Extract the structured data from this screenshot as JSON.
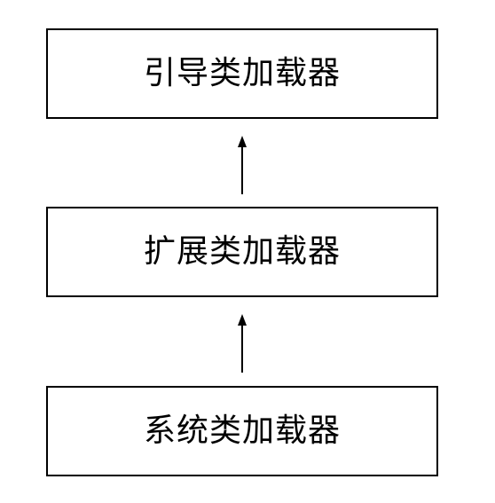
{
  "diagram": {
    "nodes": [
      {
        "id": "bootstrap",
        "label": "引导类加载器"
      },
      {
        "id": "extension",
        "label": "扩展类加载器"
      },
      {
        "id": "system",
        "label": "系统类加载器"
      }
    ],
    "edges": [
      {
        "from": "extension",
        "to": "bootstrap"
      },
      {
        "from": "system",
        "to": "extension"
      }
    ],
    "colors": {
      "stroke": "#000000",
      "background": "#ffffff"
    }
  }
}
